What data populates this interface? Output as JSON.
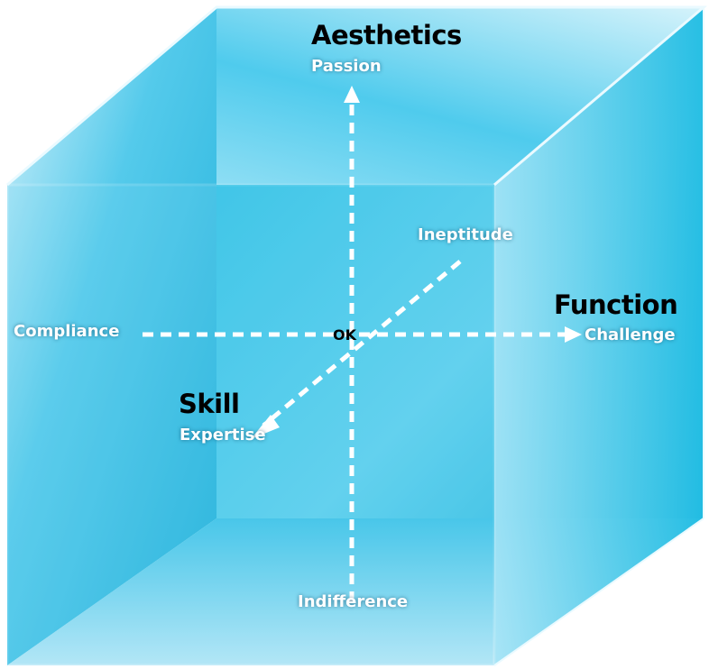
{
  "axes": {
    "vertical": {
      "title": "Aesthetics",
      "positive": "Passion",
      "negative": "Indifference"
    },
    "horizontal": {
      "title": "Function",
      "positive": "Challenge",
      "negative": "Compliance"
    },
    "depth": {
      "title": "Skill",
      "positive": "Expertise",
      "negative": "Ineptitude"
    },
    "origin": "OK"
  },
  "colors": {
    "cube": "#1ab8e0",
    "light": "#c8eef9",
    "arrows": "#ffffff"
  }
}
